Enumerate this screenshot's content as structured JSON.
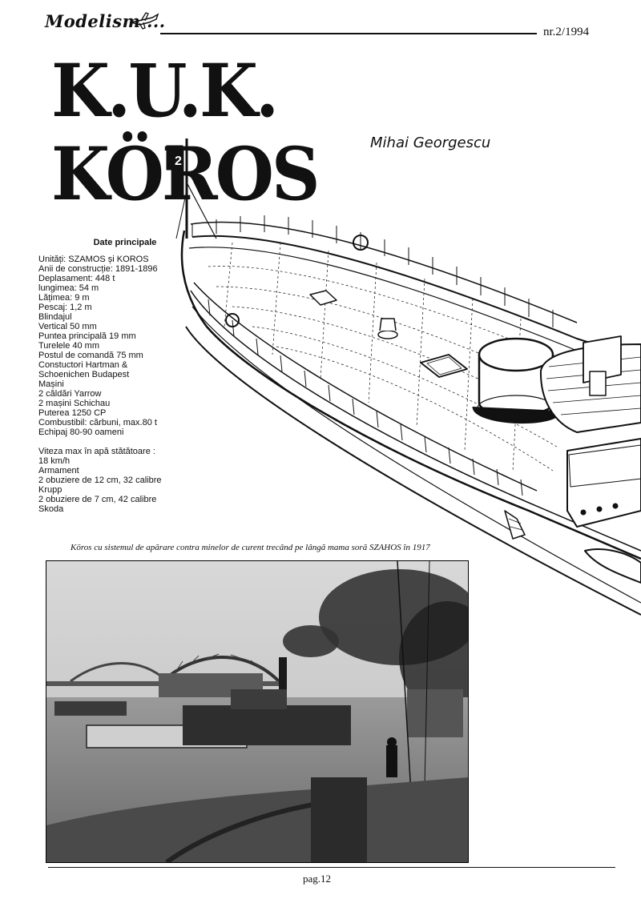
{
  "header": {
    "brand": "Modelism ...",
    "issue": "nr.2/1994"
  },
  "article": {
    "title": "K.U.K. KÖROS",
    "author": "Mihai Georgescu"
  },
  "specs": {
    "title": "Date principale",
    "lines": [
      "Unități: SZAMOS și KOROS",
      "Anii de construcție: 1891-1896",
      "Deplasament: 448 t",
      "lungimea: 54 m",
      "Lățimea: 9 m",
      "Pescaj: 1,2 m",
      "Blindajul",
      "Vertical 50 mm",
      "Puntea principală 19 mm",
      "Turelele 40 mm",
      "Postul de comandă 75 mm",
      "Constuctori Hartman &",
      "Schoenichen Budapest",
      "Mașini",
      "2 căldări Yarrow",
      "2 mașini Schichau",
      "Puterea 1250 CP",
      "Combustibil: cărbuni, max.80 t",
      "Echipaj 80-90 oameni",
      "",
      "Viteza max în apă stătătoare :",
      "18 km/h",
      "Armament",
      "2 obuziere de 12 cm, 32 calibre",
      "Krupp",
      "2 obuziere de 7 cm, 42 calibre",
      "Skoda"
    ]
  },
  "drawing": {
    "flag_number": "2"
  },
  "photo": {
    "caption": "Köros cu sistemul de apărare contra minelor de curent trecând pe lângă mama soră SZAHOS în 1917"
  },
  "footer": {
    "page": "pag.12"
  }
}
